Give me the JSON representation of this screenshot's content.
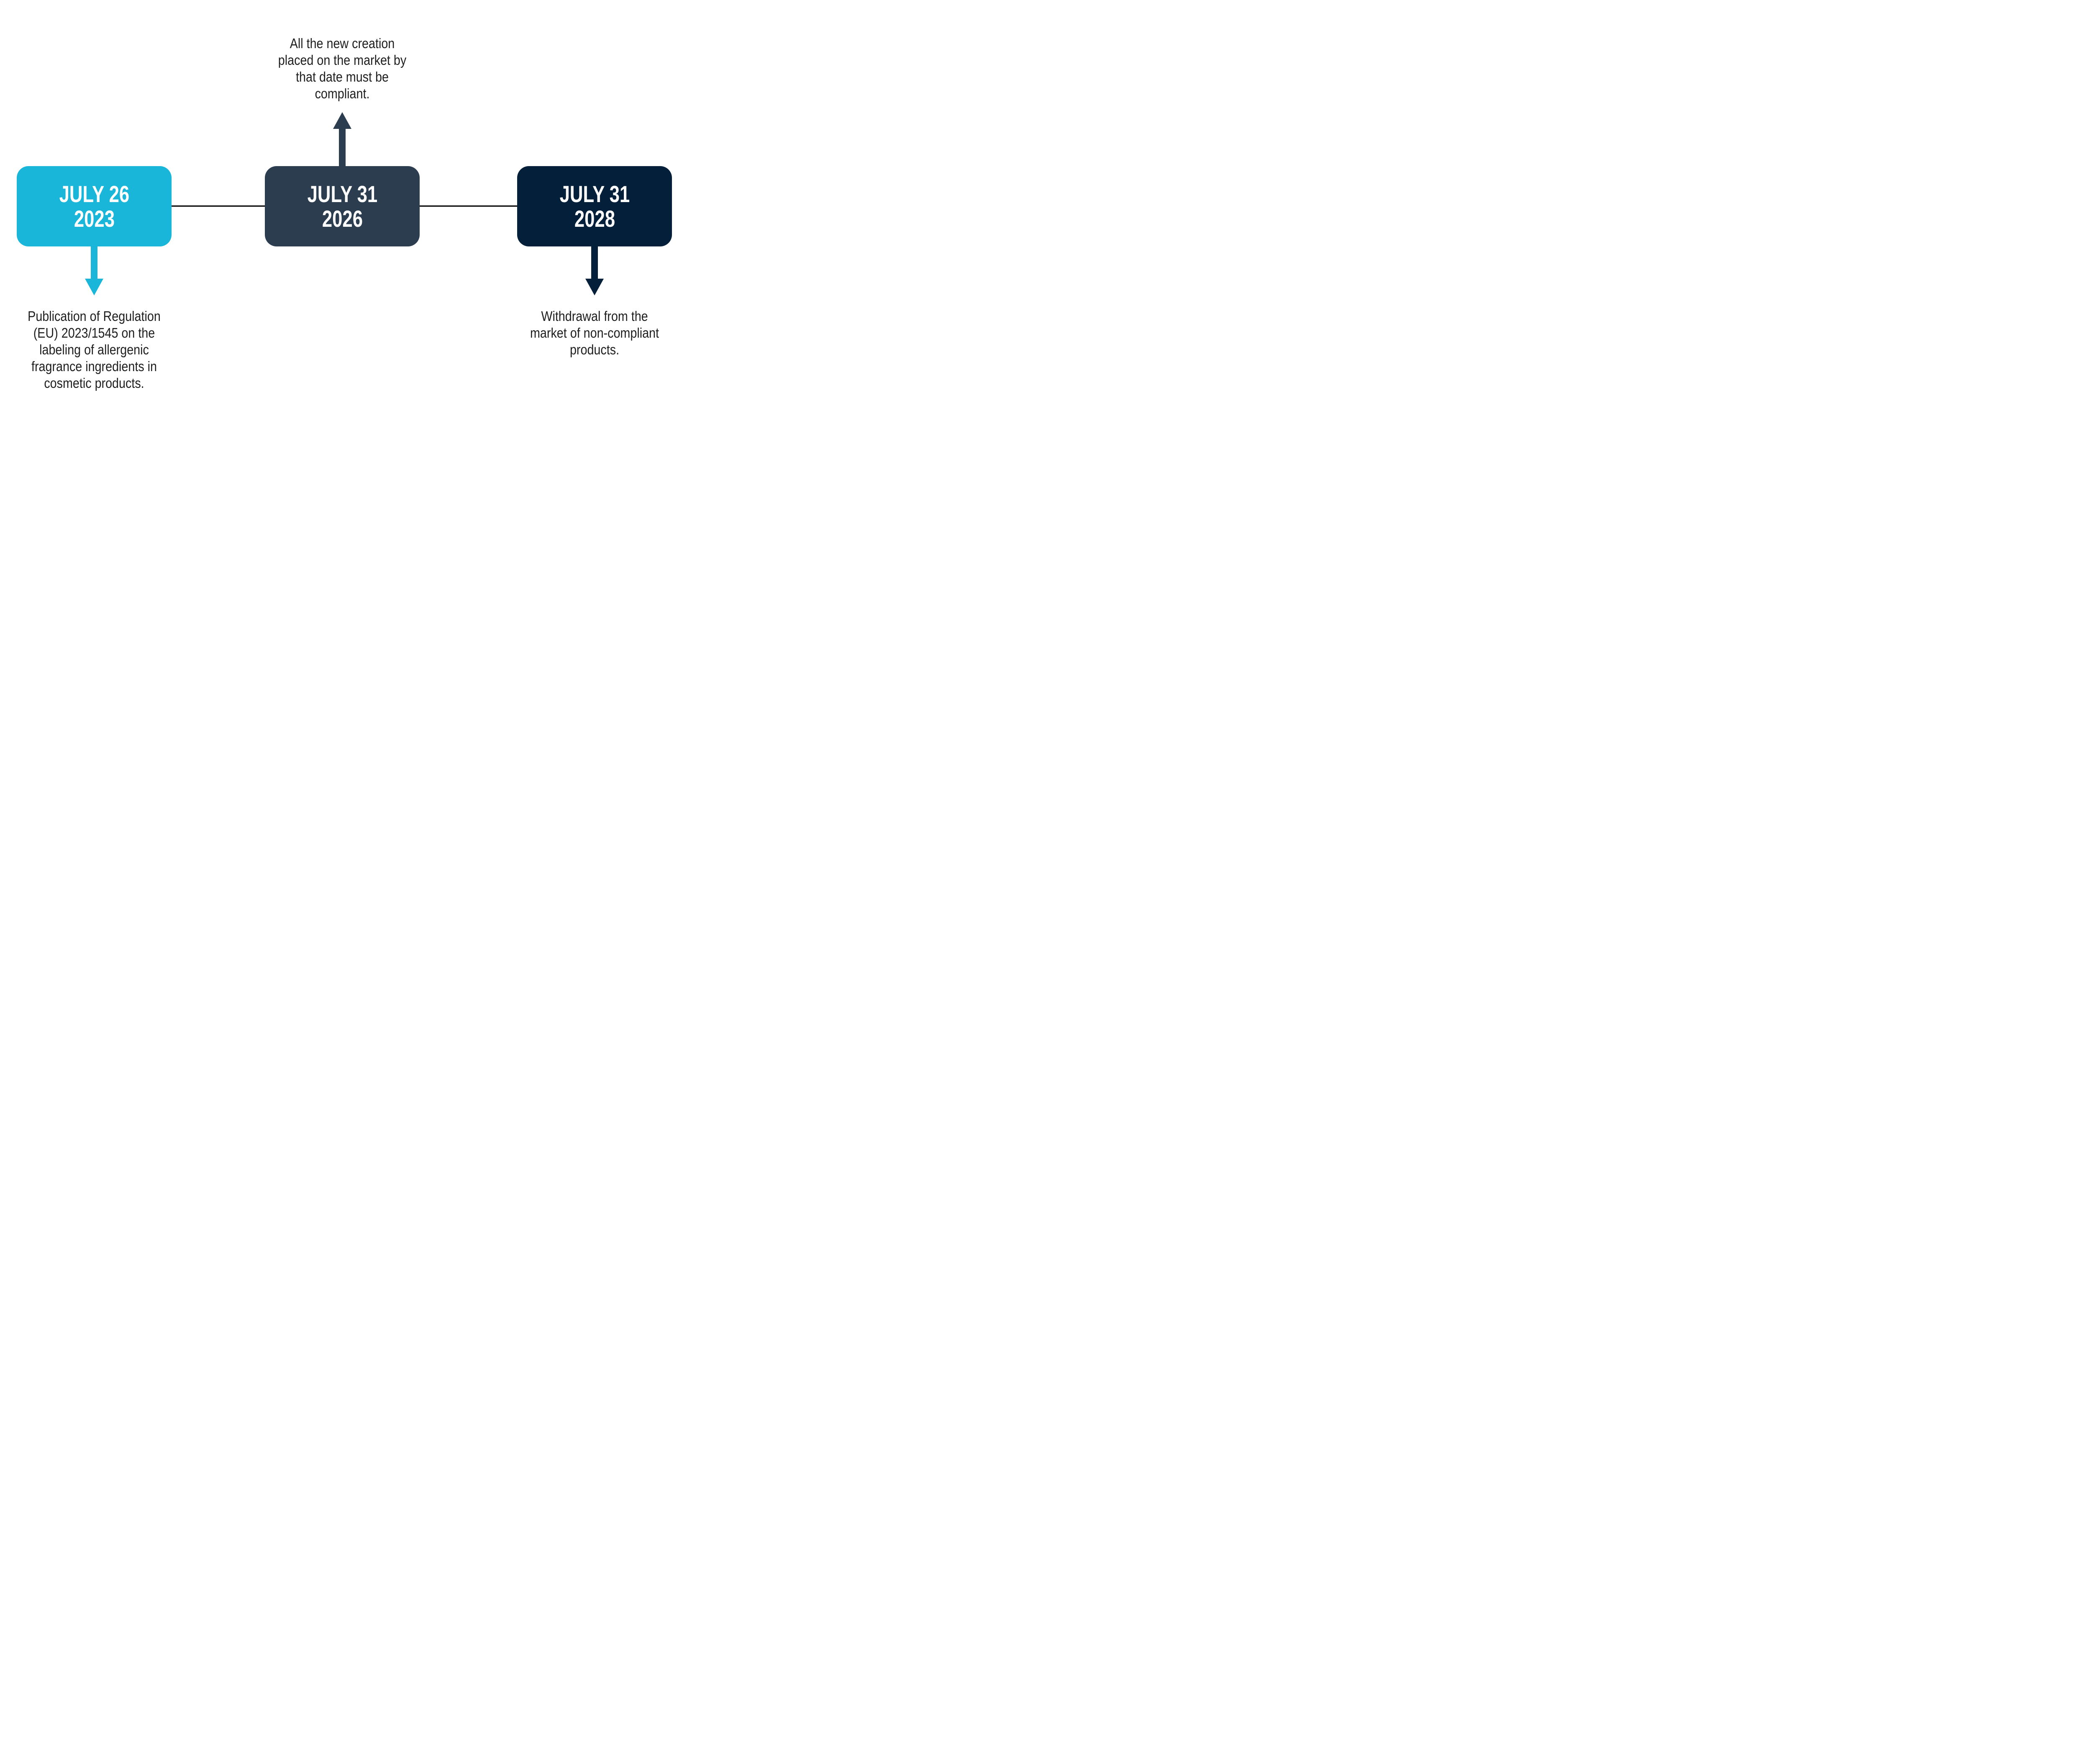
{
  "palette": {
    "cyan": "#19b6d9",
    "dark_slate_blue": "#2b3d4f",
    "navy": "#041f39",
    "connector_line": "#000000",
    "body_text": "#1e1e1e",
    "date_text": "#ffffff",
    "background": "#ffffff"
  },
  "timeline": {
    "milestones": [
      {
        "date": "JULY 26\n2023",
        "box_color": "#19b6d9",
        "arrow_direction": "down",
        "arrow_color": "#19b6d9",
        "description": "Publication of Regulation (EU) 2023/1545 on the labeling of allergenic fragrance ingredients in cosmetic products."
      },
      {
        "date": "JULY 31\n2026",
        "box_color": "#2b3d4f",
        "arrow_direction": "up",
        "arrow_color": "#2b3d4f",
        "description": "All the new creation placed on the market by that date must be compliant."
      },
      {
        "date": "JULY 31\n2028",
        "box_color": "#041f39",
        "arrow_direction": "down",
        "arrow_color": "#041f39",
        "description": "Withdrawal from the market of non-compliant products."
      }
    ]
  }
}
